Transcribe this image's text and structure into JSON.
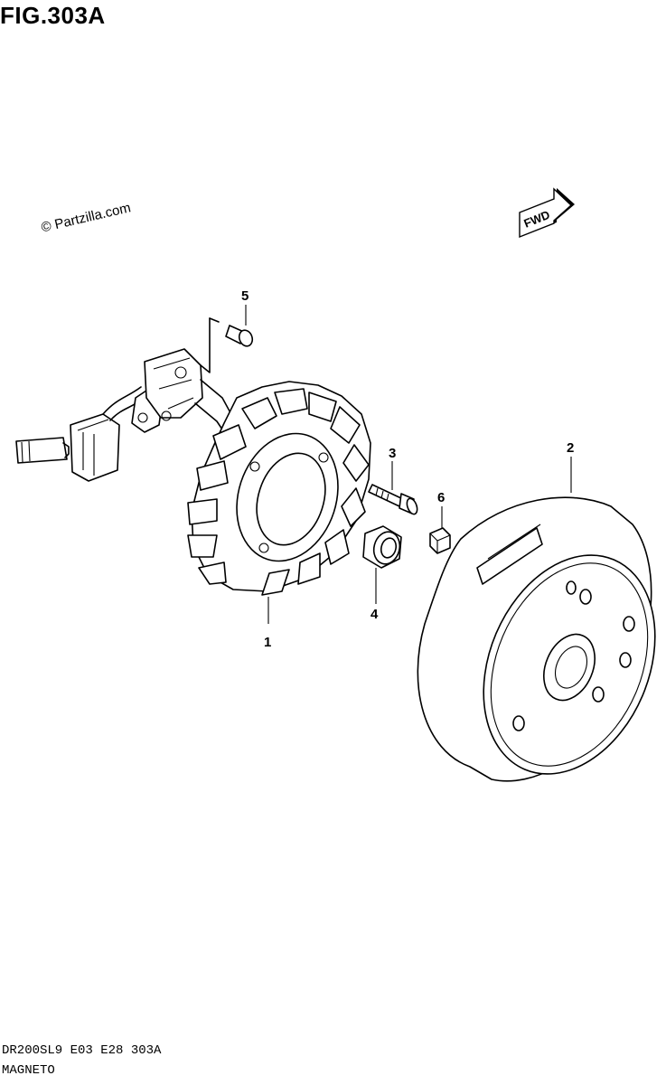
{
  "figure": {
    "title": "FIG.303A",
    "copyright": "© Partzilla.com",
    "fwd_label": "FWD",
    "footer_code": "DR200SL9 E03 E28 303A",
    "footer_name": "MAGNETO"
  },
  "callouts": [
    {
      "id": "1",
      "part": "stator"
    },
    {
      "id": "2",
      "part": "rotor"
    },
    {
      "id": "3",
      "part": "bolt"
    },
    {
      "id": "4",
      "part": "nut"
    },
    {
      "id": "5",
      "part": "screw"
    },
    {
      "id": "6",
      "part": "key"
    }
  ]
}
